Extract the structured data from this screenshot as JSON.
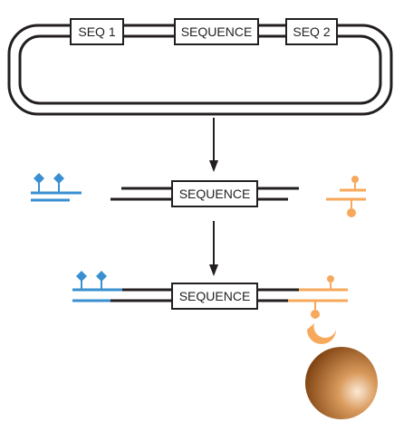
{
  "labels": {
    "seq1": "SEQ 1",
    "sequence_top": "SEQUENCE",
    "seq2": "SEQ 2",
    "sequence_mid": "SEQUENCE",
    "sequence_bottom": "SEQUENCE"
  },
  "colors": {
    "dna_strand": "#231f20",
    "left_adapter": "#3a8fd1",
    "right_adapter": "#f7a85b",
    "bead_light": "#f4dcc4",
    "bead_dark": "#8a4a14"
  },
  "icons": {
    "arrow": "down-arrow-icon",
    "bead": "bead-icon",
    "diamond": "diamond-icon",
    "lollipop": "lollipop-icon",
    "crescent": "crescent-icon"
  }
}
